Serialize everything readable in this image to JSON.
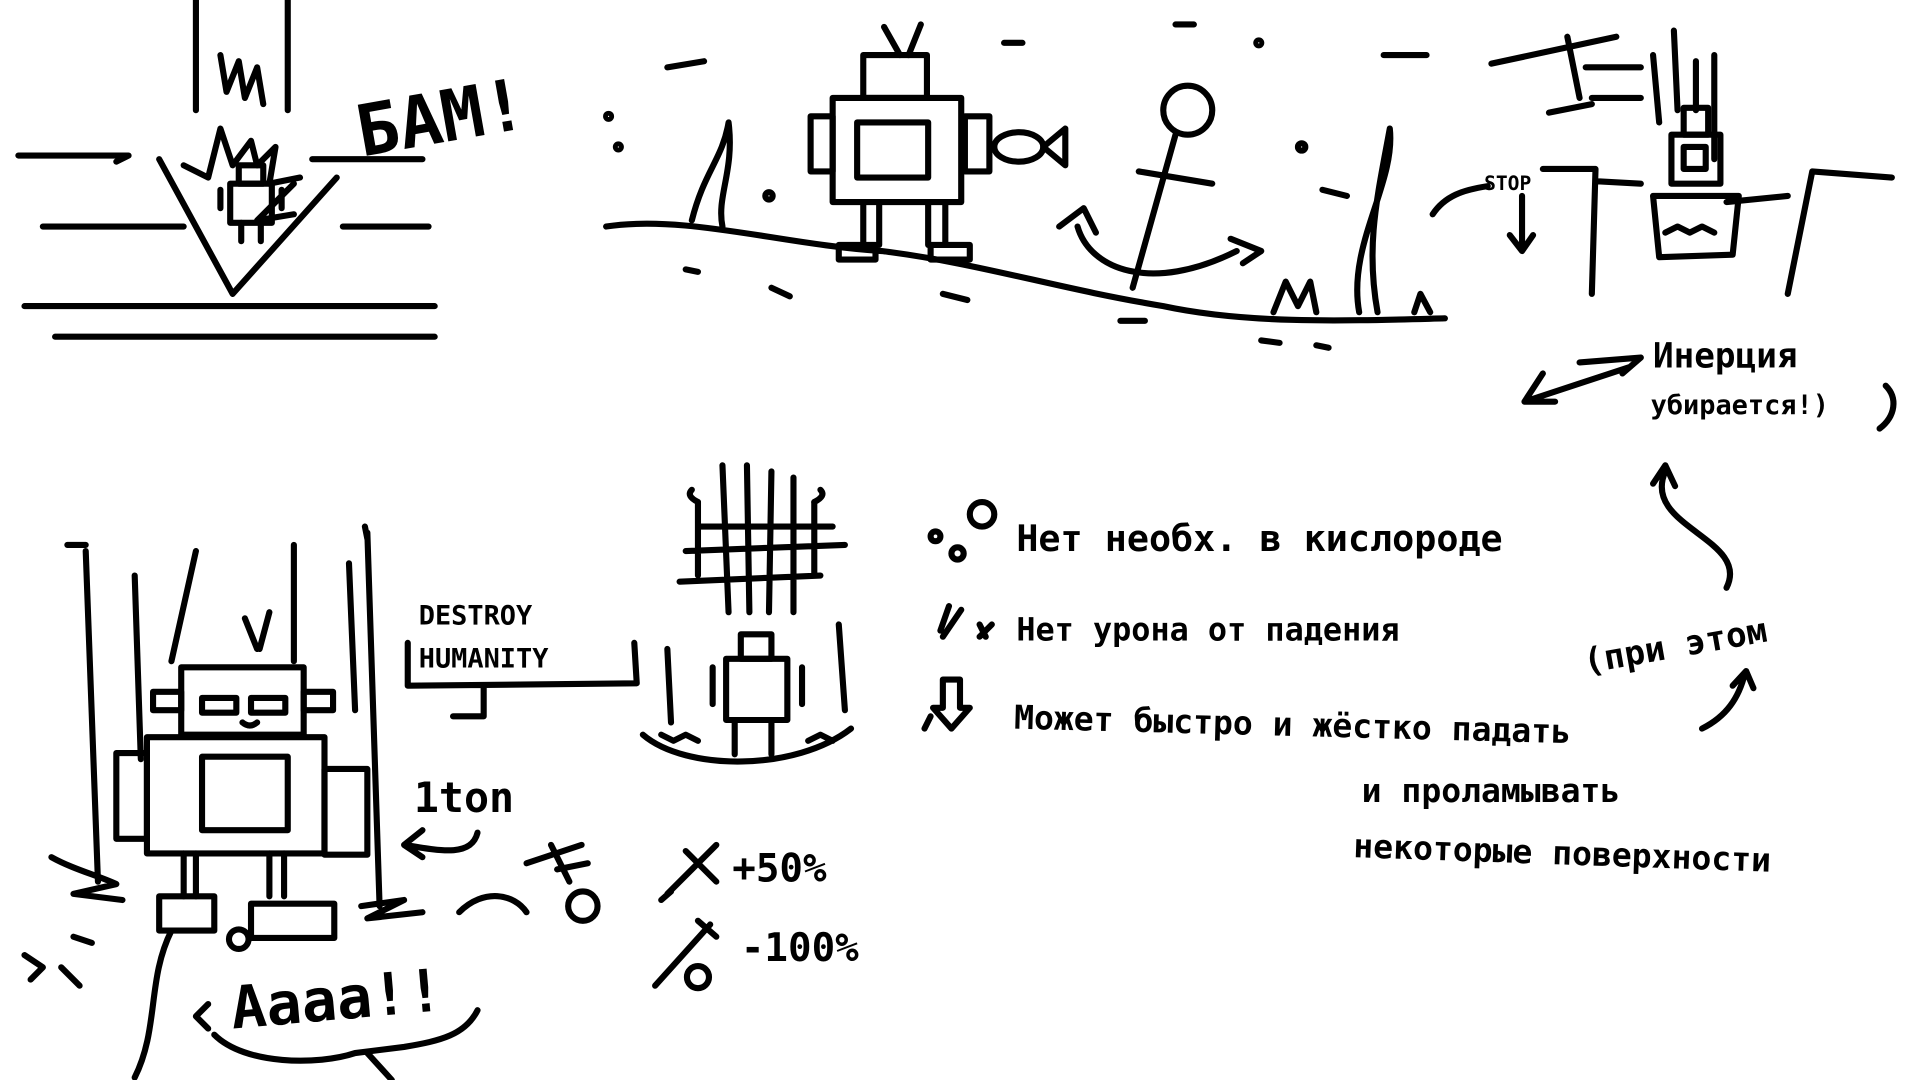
{
  "sketch": {
    "impact_sound": "БАМ!",
    "stop_label": "STOP",
    "inertia_note": [
      "Инерция",
      "убирается!)"
    ],
    "sign_text": [
      "DESTROY",
      "HUMANITY"
    ],
    "weight_label": "1ton",
    "scream": "Аааа!!",
    "stats": {
      "attack": "+50%",
      "defense": "-100%"
    },
    "abilities": [
      {
        "icon": "bubbles-icon",
        "text": "Нет необх. в кислороде"
      },
      {
        "icon": "broken-bone-icon",
        "text": "Нет урона от падения"
      },
      {
        "icon": "down-arrow-icon",
        "text": "Может быстро и жёстко падать"
      }
    ],
    "ability_continuation": [
      "и проламывать",
      "некоторые поверхности"
    ],
    "side_note": "(при этом"
  }
}
